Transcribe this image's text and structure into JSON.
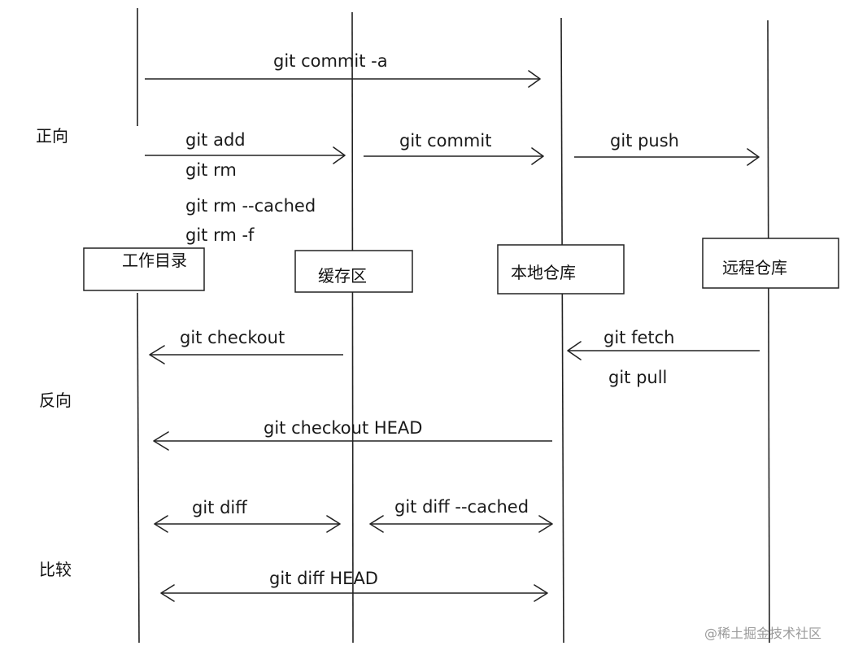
{
  "sections": {
    "forward": "正向",
    "reverse": "反向",
    "compare": "比较"
  },
  "nodes": {
    "working_dir": "工作目录",
    "staging": "缓存区",
    "local_repo": "本地仓库",
    "remote_repo": "远程仓库"
  },
  "commands": {
    "commit_a": "git commit -a",
    "add": "git add",
    "rm": "git rm",
    "rm_cached": "git rm --cached",
    "rm_f": "git rm -f",
    "commit": "git commit",
    "push": "git push",
    "checkout": "git checkout",
    "fetch": "git fetch",
    "pull": "git pull",
    "checkout_head": "git checkout HEAD",
    "diff": "git diff",
    "diff_cached": "git diff --cached",
    "diff_head": "git diff HEAD"
  },
  "watermark": "@稀土掘金技术社区"
}
